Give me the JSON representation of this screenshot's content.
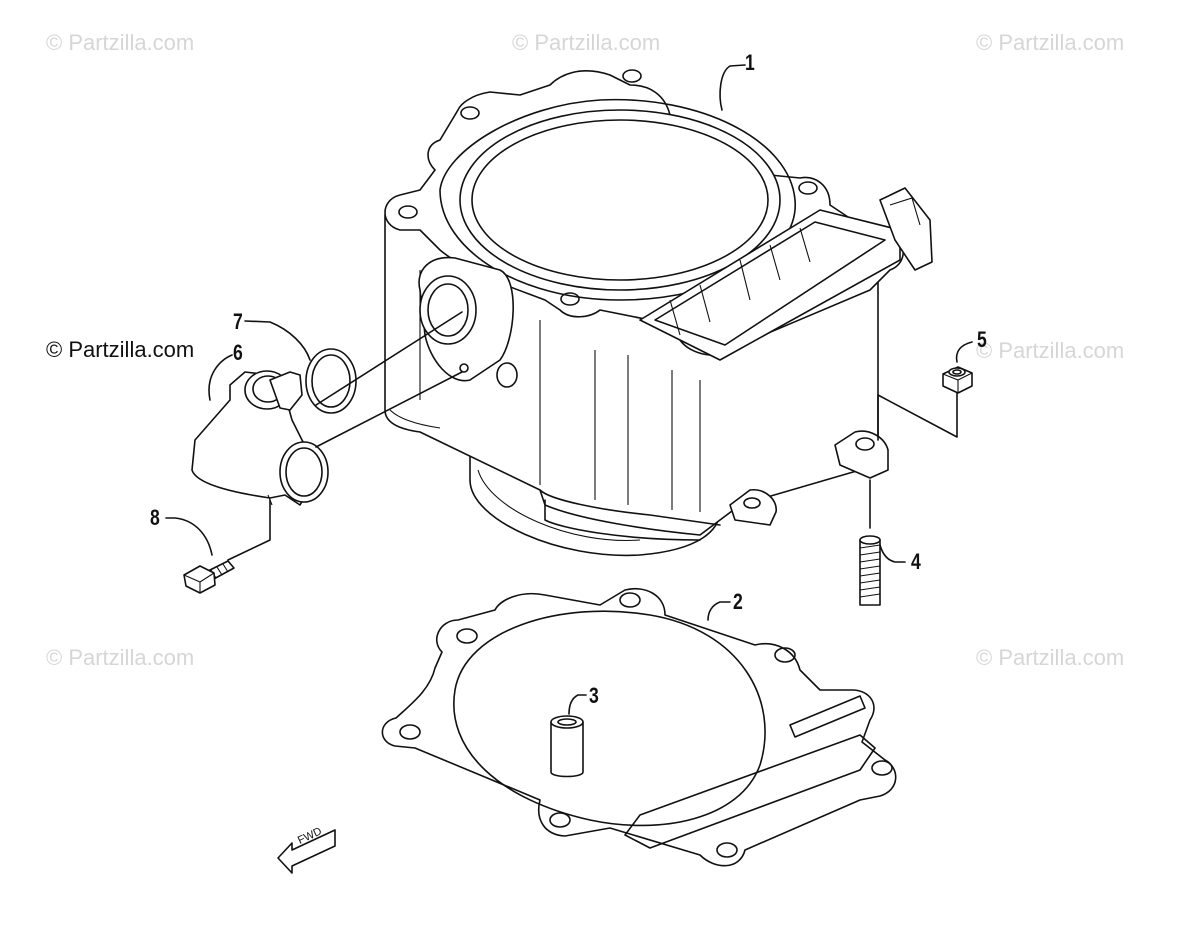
{
  "watermark": {
    "text": "© Partzilla.com",
    "main_text": "© Partzilla.com"
  },
  "callouts": {
    "c1": "1",
    "c2": "2",
    "c3": "3",
    "c4": "4",
    "c5": "5",
    "c6": "6",
    "c7": "7",
    "c8": "8"
  },
  "fwd_label": "FWD",
  "colors": {
    "line": "#111111",
    "watermark": "#d6d6d6",
    "background": "#ffffff"
  }
}
